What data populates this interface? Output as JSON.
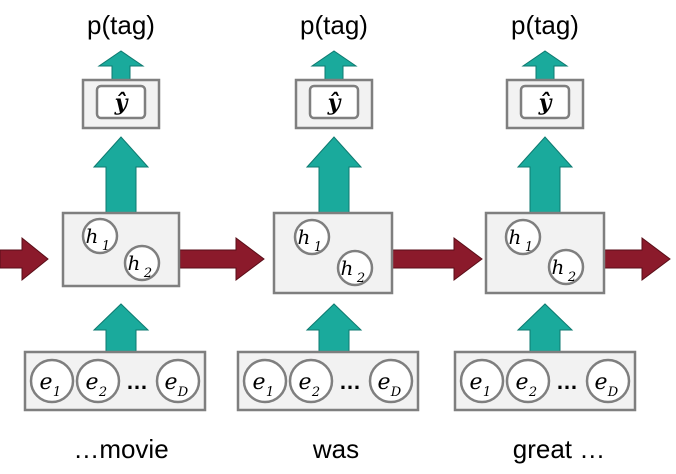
{
  "columns": [
    {
      "output_label": "p(tag)",
      "yhat": "ŷ",
      "hidden": [
        "h",
        "h"
      ],
      "hidden_sub": [
        "1",
        "2"
      ],
      "embeddings": [
        "e",
        "e",
        "e"
      ],
      "embedding_sub": [
        "1",
        "2",
        "D"
      ],
      "ellipsis": "…",
      "word": "…movie"
    },
    {
      "output_label": "p(tag)",
      "yhat": "ŷ",
      "hidden": [
        "h",
        "h"
      ],
      "hidden_sub": [
        "1",
        "2"
      ],
      "embeddings": [
        "e",
        "e",
        "e"
      ],
      "embedding_sub": [
        "1",
        "2",
        "D"
      ],
      "ellipsis": "…",
      "word": "was"
    },
    {
      "output_label": "p(tag)",
      "yhat": "ŷ",
      "hidden": [
        "h",
        "h"
      ],
      "hidden_sub": [
        "1",
        "2"
      ],
      "embeddings": [
        "e",
        "e",
        "e"
      ],
      "embedding_sub": [
        "1",
        "2",
        "D"
      ],
      "ellipsis": "…",
      "word": "great …"
    }
  ],
  "colors": {
    "teal_arrow": "#1aaa9c",
    "red_arrow": "#8b1a2b",
    "box_fill": "#f2f2f2",
    "box_stroke": "#7f7f7f"
  }
}
